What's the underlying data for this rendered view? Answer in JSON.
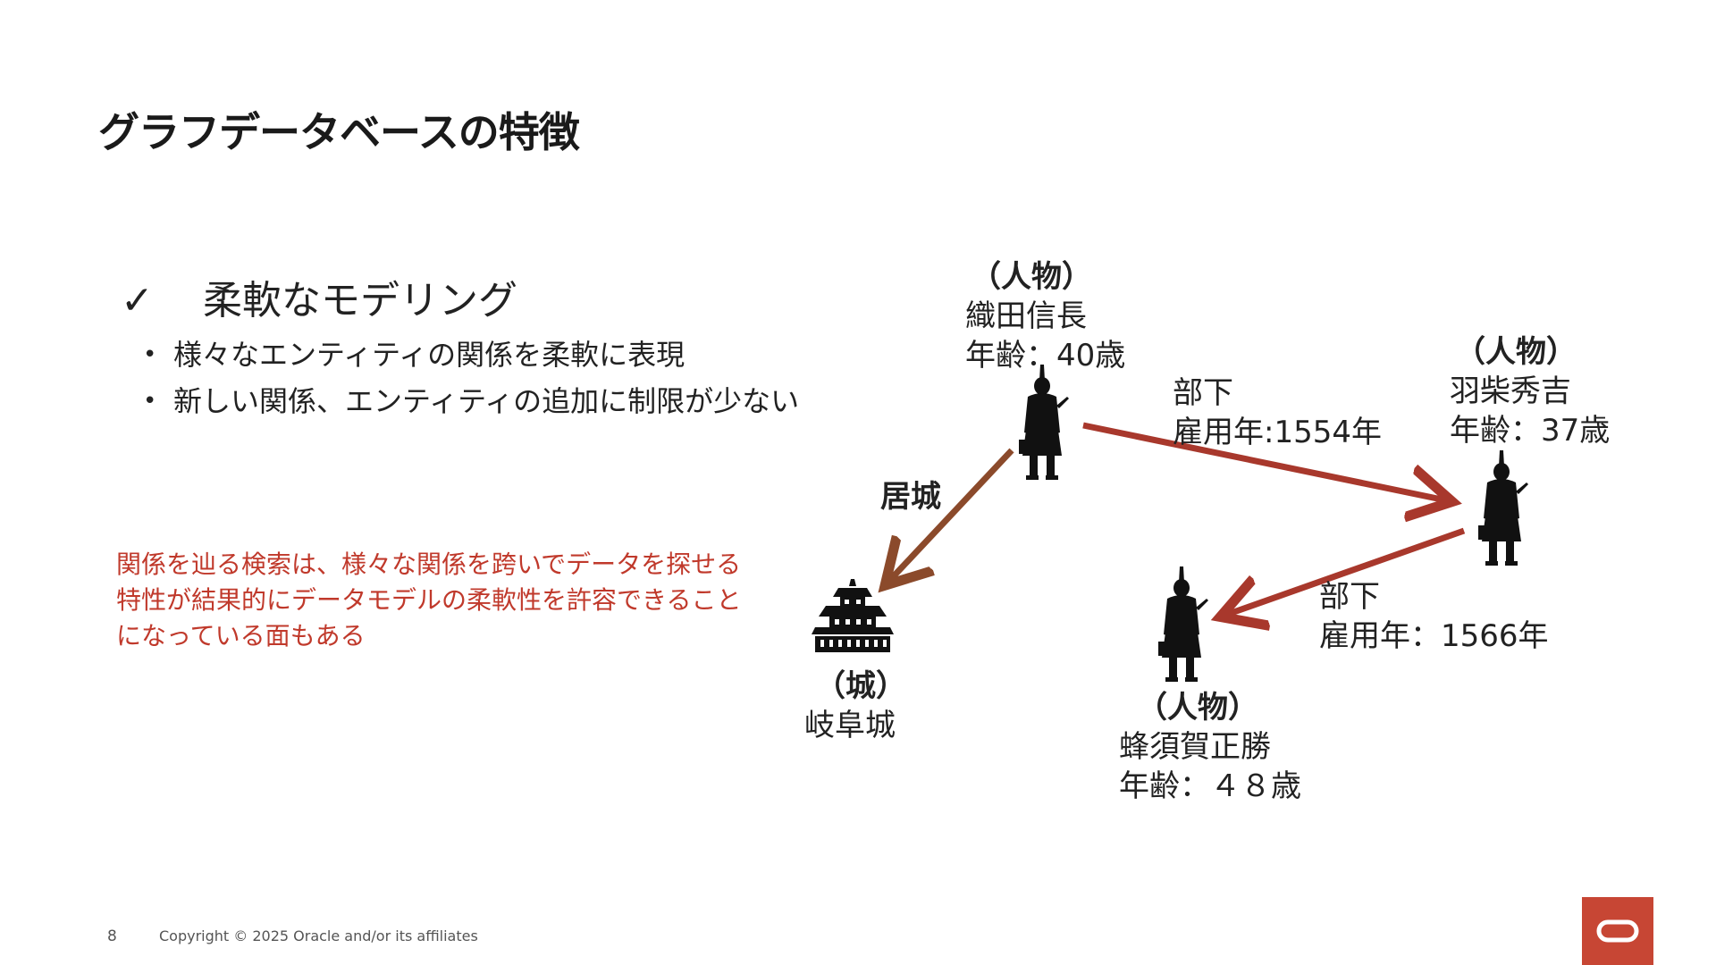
{
  "title": "グラフデータベースの特徴",
  "check_heading": {
    "mark": "✓",
    "text": "柔軟なモデリング"
  },
  "bullets": [
    "様々なエンティティの関係を柔軟に表現",
    "新しい関係、エンティティの追加に制限が少ない"
  ],
  "note": "関係を辿る検索は、様々な関係を跨いでデータを探せる特性が結果的にデータモデルの柔軟性を許容できることになっている面もある",
  "nodes": {
    "nobunaga": {
      "type": "（人物）",
      "name": "織田信長",
      "age": "年齢：40歳"
    },
    "hideyoshi": {
      "type": "（人物）",
      "name": "羽柴秀吉",
      "age": "年齢：37歳"
    },
    "hachisuka": {
      "type": "（人物）",
      "name": "蜂須賀正勝",
      "age": "年齢：４８歳"
    },
    "gifu": {
      "type": "（城）",
      "name": "岐阜城"
    }
  },
  "edges": {
    "kyojo": {
      "label": "居城",
      "color": "#8b4a2b"
    },
    "buka1": {
      "label": "部下",
      "attr": "雇用年:1554年",
      "color": "#a8382c"
    },
    "buka2": {
      "label": "部下",
      "attr": "雇用年：1566年",
      "color": "#a8382c"
    }
  },
  "footer": {
    "page_number": "8",
    "copyright": "Copyright © 2025 Oracle and/or its affiliates"
  },
  "colors": {
    "accent_red": "#c0392b",
    "logo_red": "#c74634"
  },
  "icons": {
    "person": "samurai-silhouette-icon",
    "castle": "castle-icon",
    "logo": "oracle-logo-icon"
  }
}
